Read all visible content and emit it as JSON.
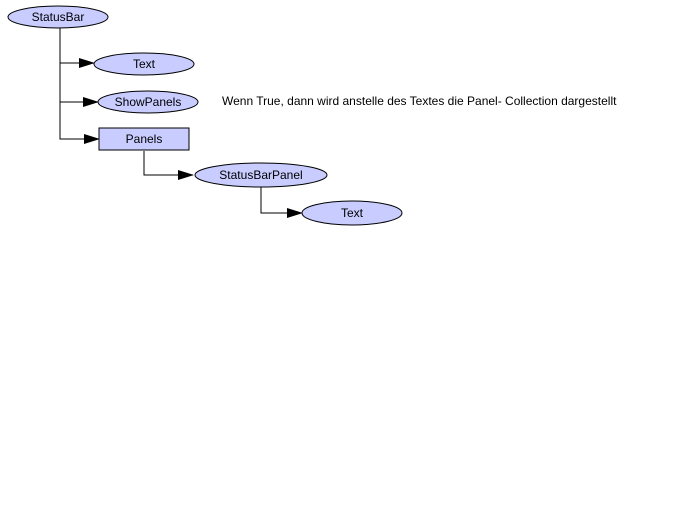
{
  "colors": {
    "node_fill": "#c8ccff",
    "stroke": "#000000",
    "background": "#ffffff"
  },
  "nodes": {
    "statusbar": {
      "label": "StatusBar",
      "shape": "ellipse"
    },
    "text": {
      "label": "Text",
      "shape": "ellipse"
    },
    "showpanels": {
      "label": "ShowPanels",
      "shape": "ellipse"
    },
    "panels": {
      "label": "Panels",
      "shape": "rectangle"
    },
    "statusbarpanel": {
      "label": "StatusBarPanel",
      "shape": "ellipse"
    },
    "panel_text": {
      "label": "Text",
      "shape": "ellipse"
    }
  },
  "edges": [
    {
      "from": "StatusBar",
      "to": "Text"
    },
    {
      "from": "StatusBar",
      "to": "ShowPanels"
    },
    {
      "from": "StatusBar",
      "to": "Panels"
    },
    {
      "from": "Panels",
      "to": "StatusBarPanel"
    },
    {
      "from": "StatusBarPanel",
      "to": "Text"
    }
  ],
  "note": {
    "showpanels": "Wenn True, dann wird anstelle des Textes die Panel- Collection dargestellt"
  }
}
